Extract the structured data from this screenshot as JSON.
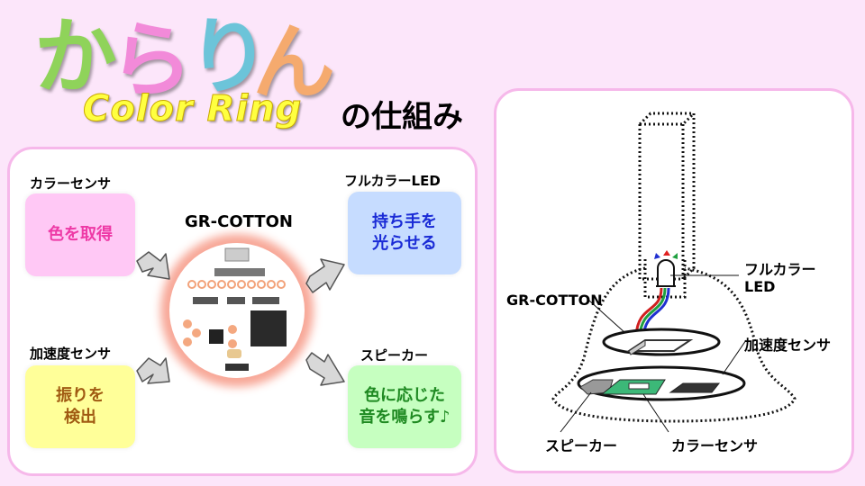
{
  "header": {
    "logo_kana": [
      "か",
      "ら",
      "り",
      "ん"
    ],
    "logo_colors": [
      "#8fd35a",
      "#f28ad9",
      "#6cc4d9",
      "#f5aa6e"
    ],
    "logo_en": "Color Ring",
    "subtitle": "の仕組み"
  },
  "flow": {
    "board_label": "GR-COTTON",
    "inputs": [
      {
        "title": "カラーセンサ",
        "lines": [
          "色を取得"
        ],
        "bg": "#ffc8f5",
        "color": "#ee3aa6"
      },
      {
        "title": "加速度センサ",
        "lines": [
          "振りを",
          "検出"
        ],
        "bg": "#ffff99",
        "color": "#a05a12"
      }
    ],
    "outputs": [
      {
        "title": "フルカラーLED",
        "lines": [
          "持ち手を",
          "光らせる"
        ],
        "bg": "#c6dcff",
        "color": "#1a2bd6"
      },
      {
        "title": "スピーカー",
        "lines": [
          "色に応じた",
          "音を鳴らす♪"
        ],
        "bg": "#c6ffc0",
        "color": "#1f8a22"
      }
    ]
  },
  "diagram": {
    "labels": {
      "led": [
        "フルカラー",
        "LED"
      ],
      "board": "GR-COTTON",
      "accel": "加速度センサ",
      "speaker": "スピーカー",
      "color_sensor": "カラーセンサ"
    }
  }
}
